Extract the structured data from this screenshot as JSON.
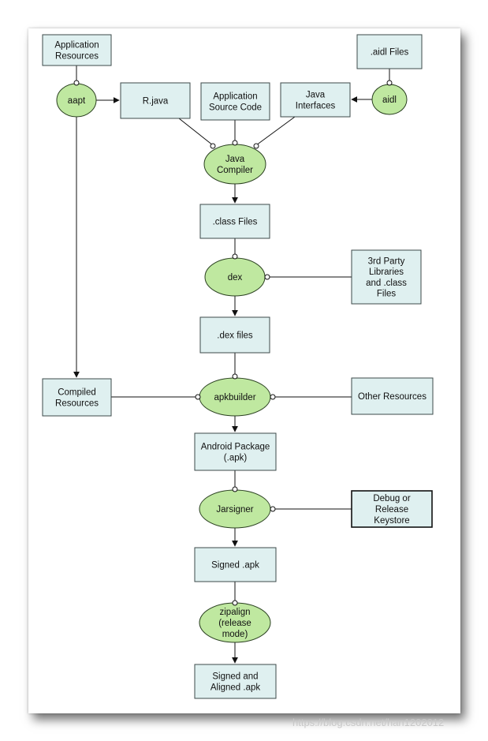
{
  "nodes": {
    "app_resources": [
      "Application",
      "Resources"
    ],
    "aapt": [
      "aapt"
    ],
    "r_java": [
      "R.java"
    ],
    "app_source": [
      "Application",
      "Source Code"
    ],
    "java_interfaces": [
      "Java",
      "Interfaces"
    ],
    "aidl_files": [
      ".aidl Files"
    ],
    "aidl": [
      "aidl"
    ],
    "java_compiler": [
      "Java",
      "Compiler"
    ],
    "class_files": [
      ".class Files"
    ],
    "dex": [
      "dex"
    ],
    "third_party": [
      "3rd Party",
      "Libraries",
      "and .class",
      "Files"
    ],
    "dex_files": [
      ".dex files"
    ],
    "compiled_resources": [
      "Compiled",
      "Resources"
    ],
    "apkbuilder": [
      "apkbuilder"
    ],
    "other_resources": [
      "Other Resources"
    ],
    "android_package": [
      "Android Package",
      "(.apk)"
    ],
    "jarsigner": [
      "Jarsigner"
    ],
    "keystore": [
      "Debug or",
      "Release",
      "Keystore"
    ],
    "signed_apk": [
      "Signed .apk"
    ],
    "zipalign": [
      "zipalign",
      "(release",
      "mode)"
    ],
    "signed_aligned": [
      "Signed and",
      "Aligned .apk"
    ]
  },
  "watermark": "https://blog.csdn.net/han1202012",
  "colors": {
    "box_fill": "#dff0f0",
    "process_fill": "#bfe8a0",
    "line": "#111111"
  }
}
